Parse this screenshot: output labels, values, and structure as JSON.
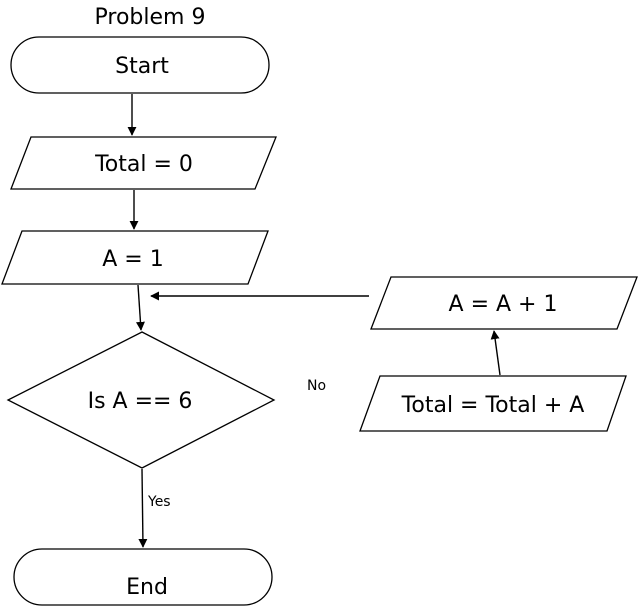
{
  "title": "Problem 9",
  "colors": {
    "stroke": "#000000",
    "fill": "#ffffff",
    "text": "#000000"
  },
  "nodes": {
    "start": {
      "label": "Start",
      "shape": "terminator"
    },
    "init_total": {
      "label": "Total = 0",
      "shape": "parallelogram"
    },
    "init_a": {
      "label": "A = 1",
      "shape": "parallelogram"
    },
    "decision": {
      "label": "Is A == 6",
      "shape": "diamond"
    },
    "update_total": {
      "label": "Total = Total + A",
      "shape": "parallelogram"
    },
    "increment_a": {
      "label": "A = A + 1",
      "shape": "parallelogram"
    },
    "end": {
      "label": "End",
      "shape": "terminator"
    }
  },
  "edges": {
    "no_label": "No",
    "yes_label": "Yes"
  }
}
